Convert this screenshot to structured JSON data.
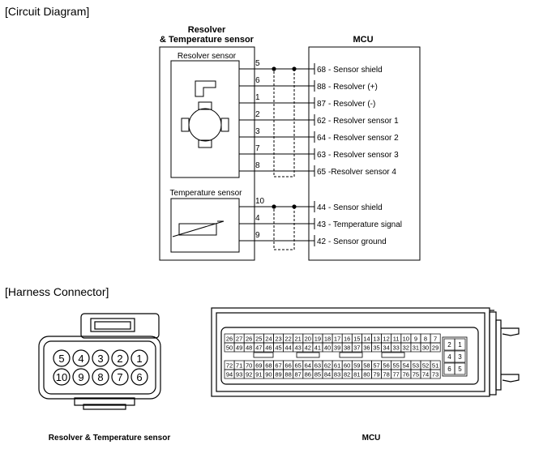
{
  "headings": {
    "circuit": "[Circuit Diagram]",
    "harness": "[Harness Connector]"
  },
  "resolver_block": {
    "title_line1": "Resolver",
    "title_line2": "& Temperature sensor",
    "resolver_label": "Resolver sensor",
    "temp_label": "Temperature sensor"
  },
  "mcu_block": {
    "title": "MCU"
  },
  "resolver_wires": [
    {
      "pin": "5",
      "mcu_pin": "68",
      "label": "- Sensor shield",
      "shield": true
    },
    {
      "pin": "6",
      "mcu_pin": "88",
      "label": "- Resolver (+)"
    },
    {
      "pin": "1",
      "mcu_pin": "87",
      "label": "- Resolver (-)"
    },
    {
      "pin": "2",
      "mcu_pin": "62",
      "label": "- Resolver sensor 1"
    },
    {
      "pin": "3",
      "mcu_pin": "64",
      "label": "- Resolver sensor 2"
    },
    {
      "pin": "7",
      "mcu_pin": "63",
      "label": "- Resolver sensor 3"
    },
    {
      "pin": "8",
      "mcu_pin": "65",
      "label": "-Resolver sensor 4"
    }
  ],
  "temp_wires": [
    {
      "pin": "10",
      "mcu_pin": "44",
      "label": "- Sensor shield",
      "shield": true
    },
    {
      "pin": "4",
      "mcu_pin": "43",
      "label": "- Temperature signal"
    },
    {
      "pin": "9",
      "mcu_pin": "42",
      "label": "- Sensor ground"
    }
  ],
  "connector_small": {
    "caption": "Resolver & Temperature sensor",
    "top_row": [
      "5",
      "4",
      "3",
      "2",
      "1"
    ],
    "bottom_row": [
      "10",
      "9",
      "8",
      "7",
      "6"
    ]
  },
  "connector_mcu": {
    "caption": "MCU",
    "row1": [
      "26",
      "27",
      "26",
      "25",
      "24",
      "23",
      "22",
      "21",
      "20",
      "19",
      "18",
      "17",
      "16",
      "15",
      "14",
      "13",
      "12",
      "11",
      "10",
      "9",
      "8",
      "7"
    ],
    "row2": [
      "50",
      "49",
      "48",
      "47",
      "46",
      "45",
      "44",
      "43",
      "42",
      "41",
      "40",
      "39",
      "38",
      "37",
      "36",
      "35",
      "34",
      "33",
      "32",
      "31",
      "30",
      "29"
    ],
    "row3": [
      "72",
      "71",
      "70",
      "69",
      "68",
      "67",
      "66",
      "65",
      "64",
      "63",
      "62",
      "61",
      "60",
      "59",
      "58",
      "57",
      "56",
      "55",
      "54",
      "53",
      "52",
      "51"
    ],
    "row4": [
      "94",
      "93",
      "92",
      "91",
      "90",
      "89",
      "88",
      "87",
      "86",
      "85",
      "84",
      "83",
      "82",
      "81",
      "80",
      "79",
      "78",
      "77",
      "76",
      "75",
      "74",
      "73"
    ],
    "side": [
      [
        "2",
        "1"
      ],
      [
        "4",
        "3"
      ],
      [
        "6",
        "5"
      ]
    ]
  }
}
